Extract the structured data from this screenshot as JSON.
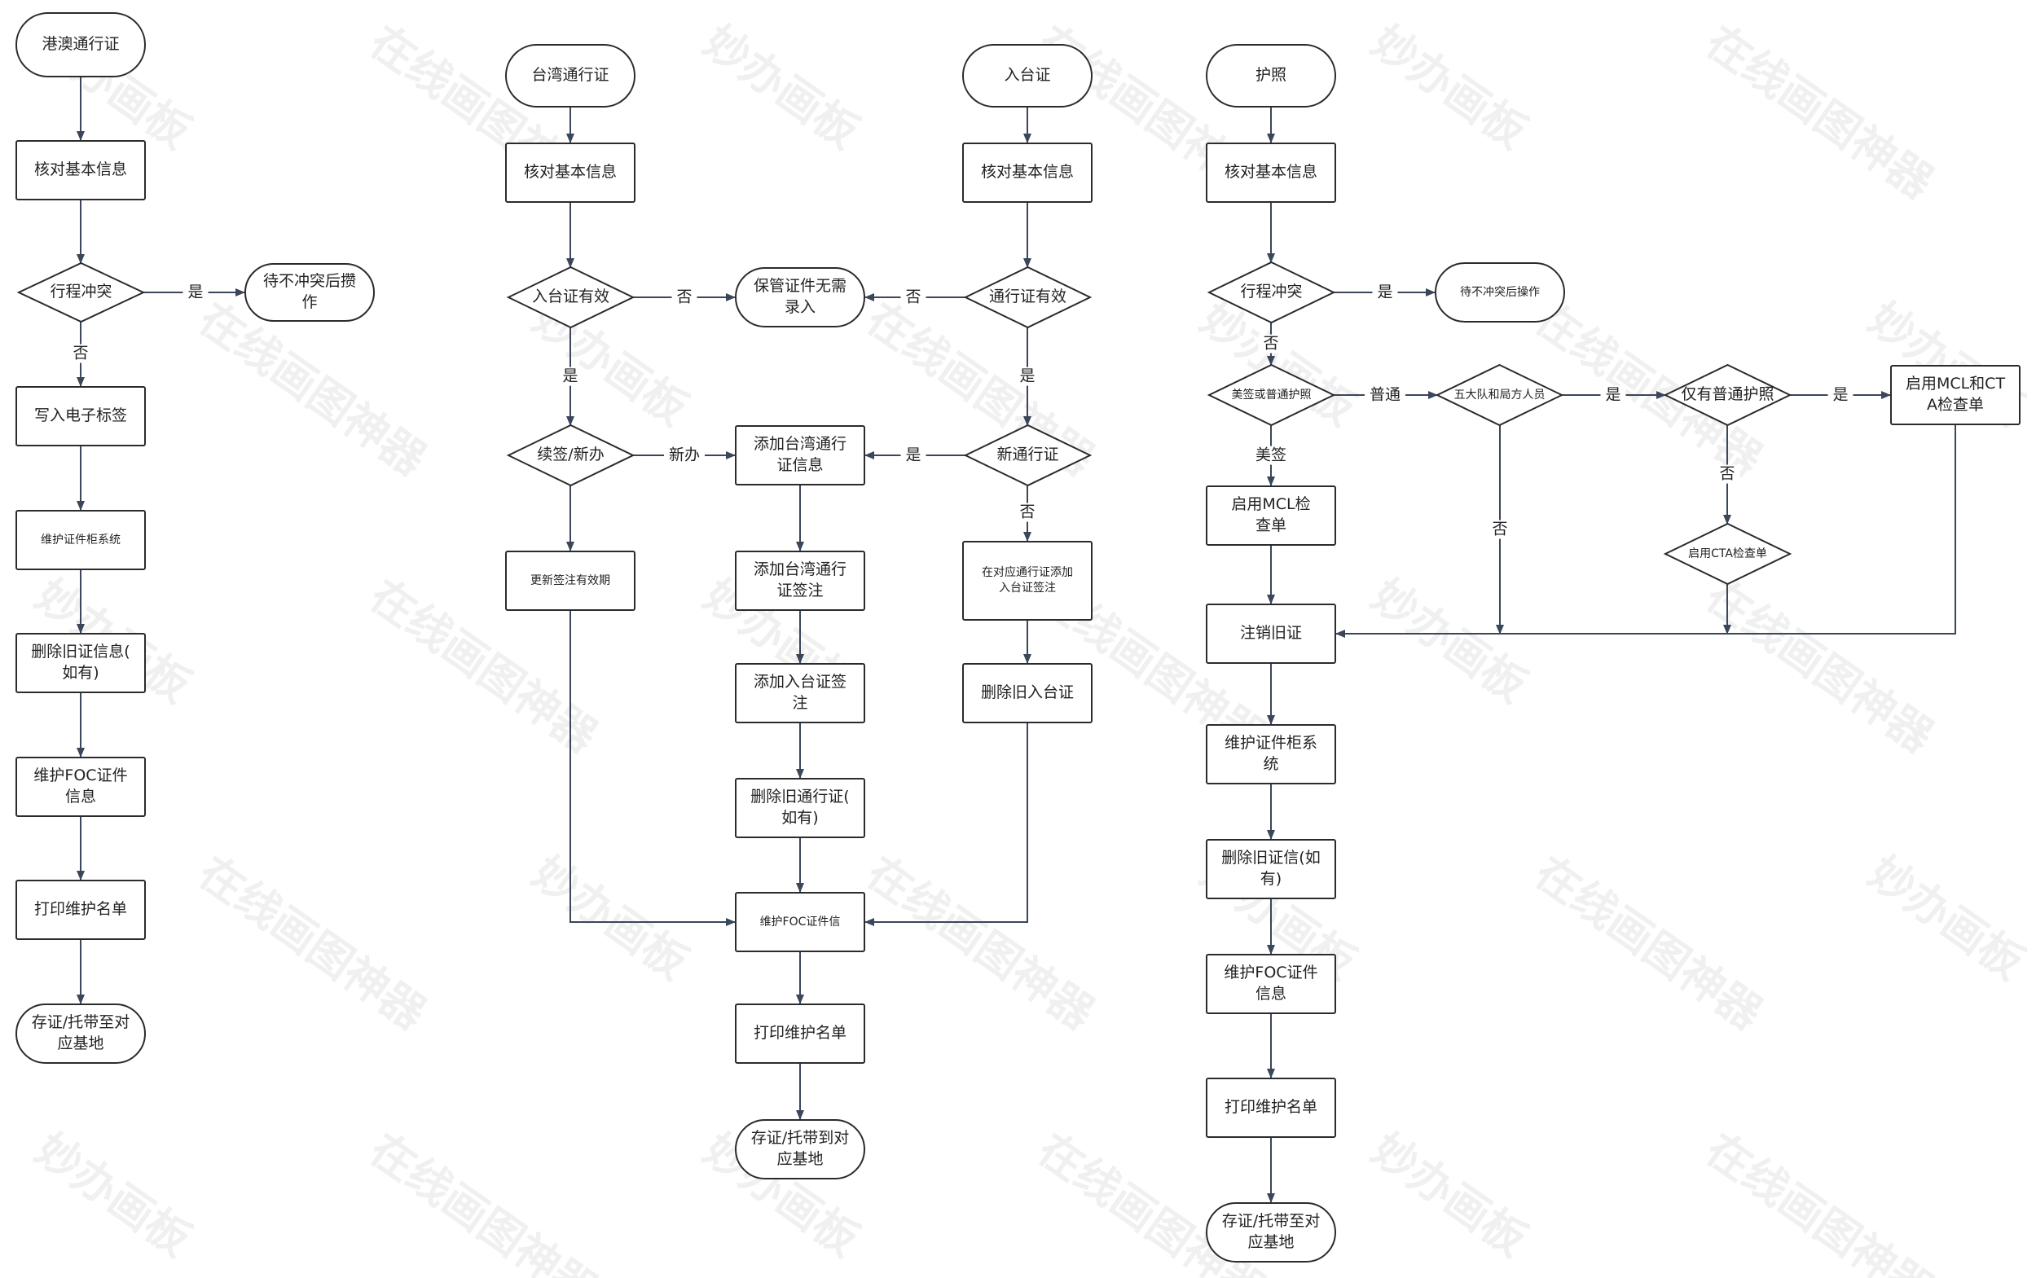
{
  "watermark": {
    "brand": "妙办画板",
    "slogan": "在线画图神器"
  },
  "flow_hk": {
    "start": "港澳通行证",
    "check": "核对基本信息",
    "conflict": "行程冲突",
    "yes": "是",
    "no": "否",
    "wait": "待不冲突后攒\n作",
    "write_tag": "写入电子标签",
    "maintain_cabinet": "维护证件柜系统",
    "delete_old": "删除旧证信息(\n如有)",
    "maintain_foc": "维护FOC证件\n信息",
    "print_list": "打印维护名单",
    "store": "存证/托带至对\n应基地"
  },
  "flow_tw": {
    "start_tw": "台湾通行证",
    "start_entry": "入台证",
    "check_tw": "核对基本信息",
    "check_entry": "核对基本信息",
    "entry_valid": "入台证有效",
    "permit_valid": "通行证有效",
    "keep_docs": "保管证件无需\n录入",
    "renew_new": "续签/新办",
    "new_permit": "新通行证",
    "add_tw_info": "添加台湾通行\n证信息",
    "update_visa": "更新签注有效期",
    "add_tw_visa": "添加台湾通行\n证签注",
    "add_entry_corr": "在对应通行证添加\n入台证签注",
    "add_entry_visa": "添加入台证签\n注",
    "delete_old_entry": "删除旧入台证",
    "delete_old_permit": "删除旧通行证(\n如有)",
    "maintain_foc": "维护FOC证件信",
    "print_list": "打印维护名单",
    "store": "存证/托带到对\n应基地",
    "yes": "是",
    "no": "否",
    "new_apply": "新办"
  },
  "flow_pp": {
    "start": "护照",
    "check": "核对基本信息",
    "conflict": "行程冲突",
    "wait": "待不冲突后操作",
    "visa_type": "美签或普通护照",
    "team": "五大队和局方人员",
    "only_normal": "仅有普通护照",
    "mcl_cta": "启用MCL和CT\nA检查单",
    "mcl": "启用MCL检\n查单",
    "cta": "启用CTA检查单",
    "cancel_old": "注销旧证",
    "maintain_cabinet": "维护证件柜系\n统",
    "delete_old": "删除旧证信(如\n有)",
    "maintain_foc": "维护FOC证件\n信息",
    "print_list": "打印维护名单",
    "store": "存证/托带至对\n应基地",
    "yes": "是",
    "no": "否",
    "normal": "普通",
    "us_visa": "美签"
  }
}
